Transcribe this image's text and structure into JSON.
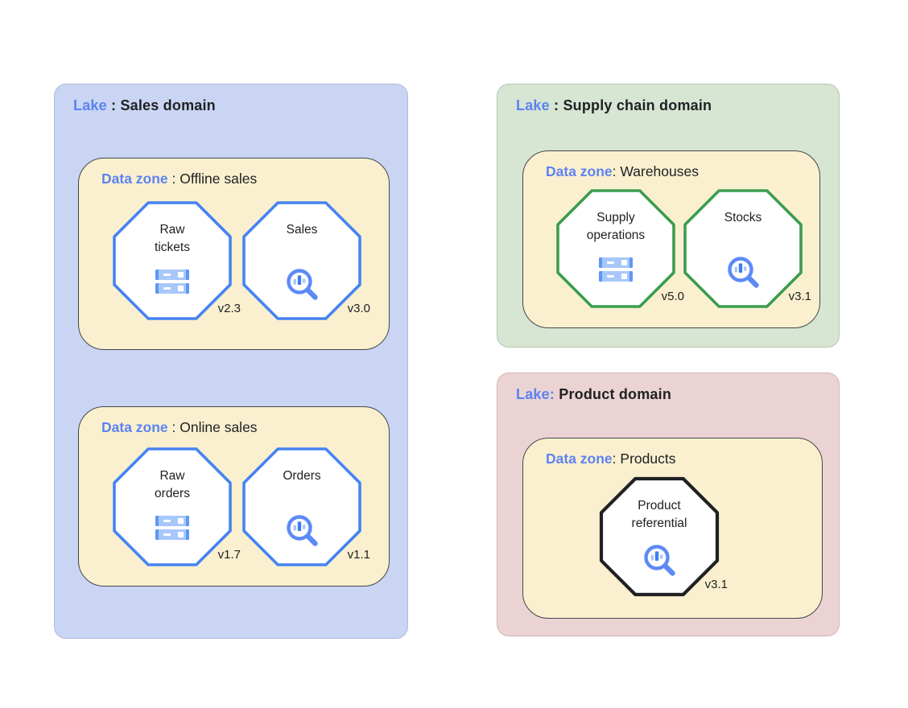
{
  "page": {
    "background": "#FFFFFF",
    "kind": "data-lake-architecture-diagram"
  },
  "colors": {
    "lake_blue_bg": "#C9D5F3",
    "lake_green_bg": "#D7E5D3",
    "lake_pink_bg": "#EBD3D4",
    "zone_bg": "#FAF0CF",
    "zone_border": "#44474B",
    "octagon_blue": "#4683F4",
    "octagon_green": "#3C9D4E",
    "octagon_black": "#202124",
    "label_blue": "#5C83F1",
    "text_dark": "#202124",
    "icon_light_blue": "#A8C7FA",
    "icon_mid_blue": "#5E97F6",
    "icon_dark_blue": "#3E7DF0"
  },
  "lakes": [
    {
      "label": "Lake",
      "sep": " : ",
      "name": "Sales domain",
      "zones": [
        {
          "label": "Data zone",
          "sep": " : ",
          "name": "Offline sales",
          "entities": [
            {
              "name": "Raw tickets",
              "icon": "datasets-icon",
              "version": "v2.3"
            },
            {
              "name": "Sales",
              "icon": "search-insights-icon",
              "version": "v3.0"
            }
          ]
        },
        {
          "label": "Data zone",
          "sep": " : ",
          "name": "Online sales",
          "entities": [
            {
              "name": "Raw orders",
              "icon": "datasets-icon",
              "version": "v1.7"
            },
            {
              "name": "Orders",
              "icon": "search-insights-icon",
              "version": "v1.1"
            }
          ]
        }
      ]
    },
    {
      "label": "Lake",
      "sep": " : ",
      "name": "Supply chain domain",
      "zones": [
        {
          "label": "Data zone",
          "sep": ": ",
          "name": "Warehouses",
          "entities": [
            {
              "name": "Supply operations",
              "icon": "datasets-icon",
              "version": "v5.0"
            },
            {
              "name": "Stocks",
              "icon": "search-insights-icon",
              "version": "v3.1"
            }
          ]
        }
      ]
    },
    {
      "label": "Lake:",
      "sep": " ",
      "name": "Product domain",
      "zones": [
        {
          "label": "Data zone",
          "sep": ": ",
          "name": "Products",
          "entities": [
            {
              "name": "Product referential",
              "icon": "search-insights-icon",
              "version": "v3.1"
            }
          ]
        }
      ]
    }
  ]
}
